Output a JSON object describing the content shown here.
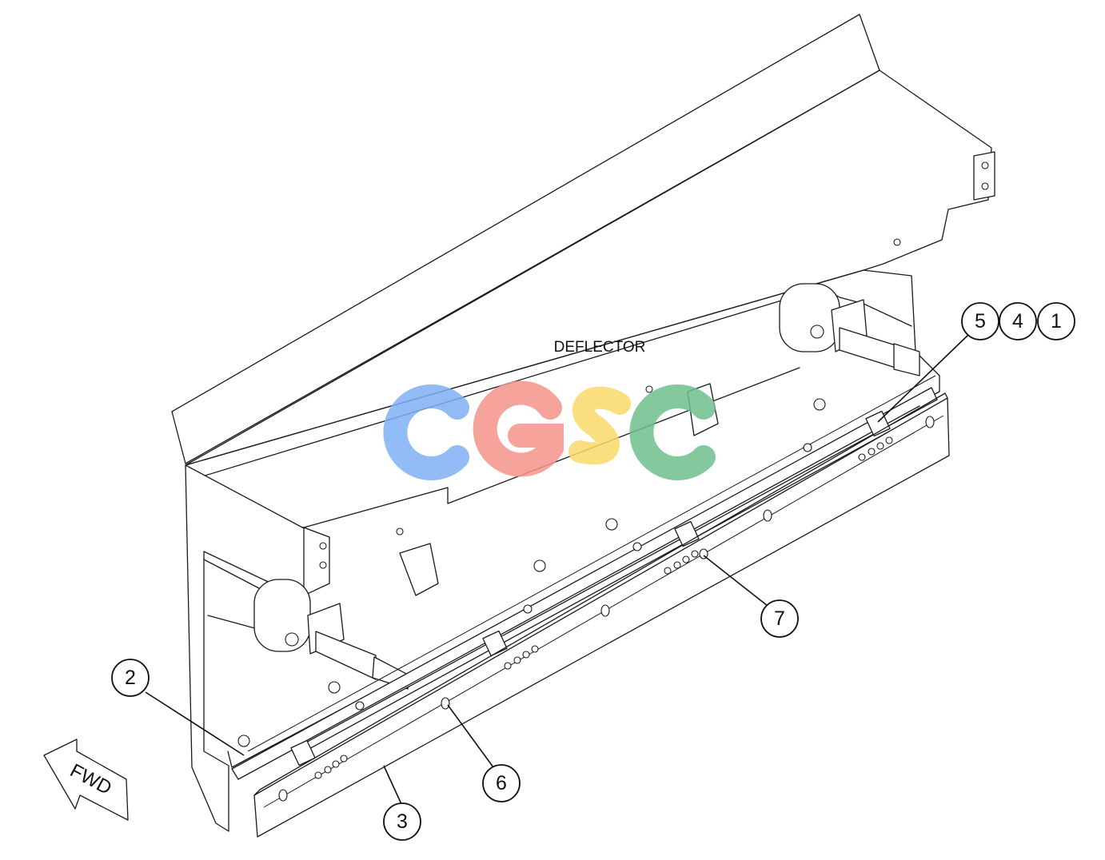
{
  "diagram": {
    "title": "DEFLECTOR",
    "direction_label": "FWD",
    "watermark": "CGSC",
    "callouts": [
      "1",
      "2",
      "3",
      "4",
      "5",
      "6",
      "7"
    ],
    "colors": {
      "line": "#1a1a1a",
      "watermark_c1": "#7fb0f5",
      "watermark_g": "#f4948a",
      "watermark_s": "#fbd96a",
      "watermark_c2": "#6fbf8e"
    }
  }
}
